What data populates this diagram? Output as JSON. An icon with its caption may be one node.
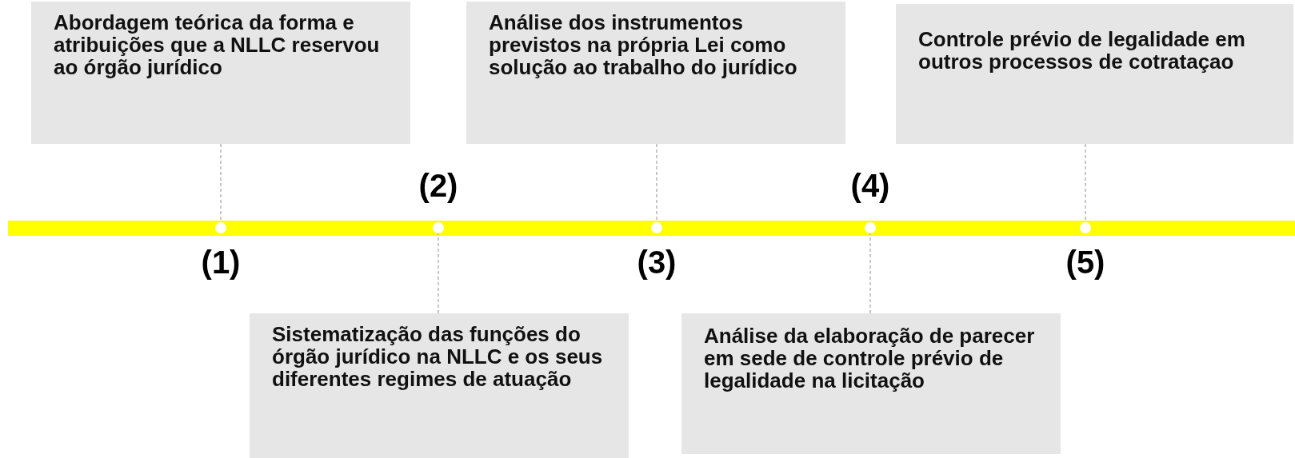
{
  "diagram": {
    "nodes": [
      {
        "text": [
          "Abordagem teórica da forma e atribuições que a NLLC reservou ao órgão jurídico"
        ]
      },
      {
        "text": [
          "Sistematização das funções do órgão jurídico na NLLC e os seus diferentes regimes de atuação"
        ]
      },
      {
        "text": [
          "Análise dos instrumentos previstos na própria Lei como solução ao trabalho do jurídico"
        ]
      },
      {
        "text": [
          "Análise da elaboração de parecer em sede de controle prévio de legalidade na licitação"
        ]
      },
      {
        "text": [
          "Controle prévio de legalidade em outros processos de cotrataçao"
        ]
      },
      {
        "text": [],
        "shape": "circle"
      },
      {
        "text": [],
        "shape": "circle"
      },
      {
        "text": [],
        "shape": "circle"
      },
      {
        "text": [],
        "shape": "circle"
      },
      {
        "text": [],
        "shape": "circle"
      }
    ],
    "edges": [
      {
        "from": 0,
        "to": 5,
        "arrow": "none",
        "style": "dashed"
      },
      {
        "from": 1,
        "to": 6,
        "arrow": "none",
        "style": "dashed"
      },
      {
        "from": 2,
        "to": 7,
        "arrow": "none",
        "style": "dashed"
      },
      {
        "from": 3,
        "to": 8,
        "arrow": "none",
        "style": "dashed"
      },
      {
        "from": 4,
        "to": 9,
        "arrow": "none",
        "style": "dashed"
      }
    ],
    "labels": [
      "(2)",
      "(4)",
      "(1)",
      "(3)",
      "(5)"
    ]
  }
}
